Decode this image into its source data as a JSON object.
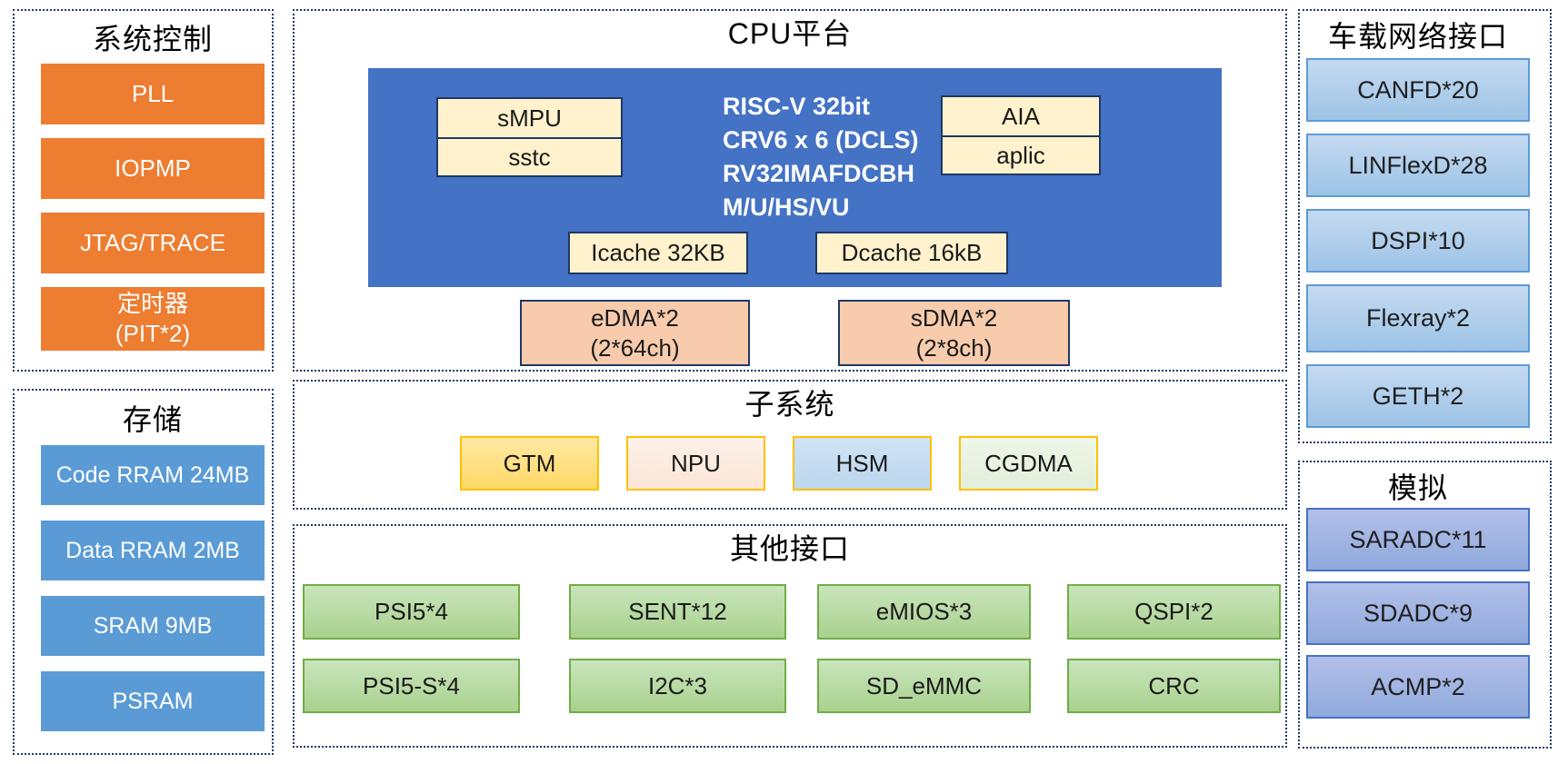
{
  "colors": {
    "panel_border": "#1F3864",
    "orange_block": "#ED7D31",
    "storage_blue": "#5B9BD5",
    "cpu_blue": "#4472C4",
    "cream_block": "#FFF2CC",
    "dma_salmon": "#F8CBAD",
    "gtm_gold": "#FFD966",
    "npu_peach": "#FBE5D6",
    "hsm_lightblue": "#BDD7EE",
    "cgdma_lightgreen": "#E2EFDA",
    "subsystem_border": "#FFC000",
    "green_block": "#A9D18E",
    "green_border": "#70AD47",
    "network_blue": "#9DC3E6",
    "analog_purple": "#8FAADC"
  },
  "diagram": {
    "system_control": {
      "title": "系统控制",
      "items": [
        {
          "line1": "PLL"
        },
        {
          "line1": "IOPMP"
        },
        {
          "line1": "JTAG/TRACE"
        },
        {
          "line1": "定时器",
          "line2": "(PIT*2)"
        }
      ]
    },
    "storage": {
      "title": "存储",
      "items": [
        {
          "line1": "Code RRAM 24MB"
        },
        {
          "line1": "Data RRAM 2MB"
        },
        {
          "line1": "SRAM 9MB"
        },
        {
          "line1": "PSRAM"
        }
      ]
    },
    "cpu": {
      "title": "CPU平台",
      "core_lines": [
        "RISC-V 32bit",
        "CRV6 x 6 (DCLS)",
        "RV32IMAFDCBH",
        "M/U/HS/VU"
      ],
      "mpu_stack": [
        "sMPU",
        "sstc"
      ],
      "aia_stack": [
        "AIA",
        "aplic"
      ],
      "caches": [
        "Icache 32KB",
        "Dcache 16kB"
      ],
      "dma": [
        {
          "line1": "eDMA*2",
          "line2": "(2*64ch)"
        },
        {
          "line1": "sDMA*2",
          "line2": "(2*8ch)"
        }
      ]
    },
    "subsystem": {
      "title": "子系统",
      "items": [
        "GTM",
        "NPU",
        "HSM",
        "CGDMA"
      ]
    },
    "other_interfaces": {
      "title": "其他接口",
      "rows": [
        [
          "PSI5*4",
          "SENT*12",
          "eMIOS*3",
          "QSPI*2"
        ],
        [
          "PSI5-S*4",
          "I2C*3",
          "SD_eMMC",
          "CRC"
        ]
      ]
    },
    "network": {
      "title": "车载网络接口",
      "items": [
        "CANFD*20",
        "LINFlexD*28",
        "DSPI*10",
        "Flexray*2",
        "GETH*2"
      ]
    },
    "analog": {
      "title": "模拟",
      "items": [
        "SARADC*11",
        "SDADC*9",
        "ACMP*2"
      ]
    }
  }
}
